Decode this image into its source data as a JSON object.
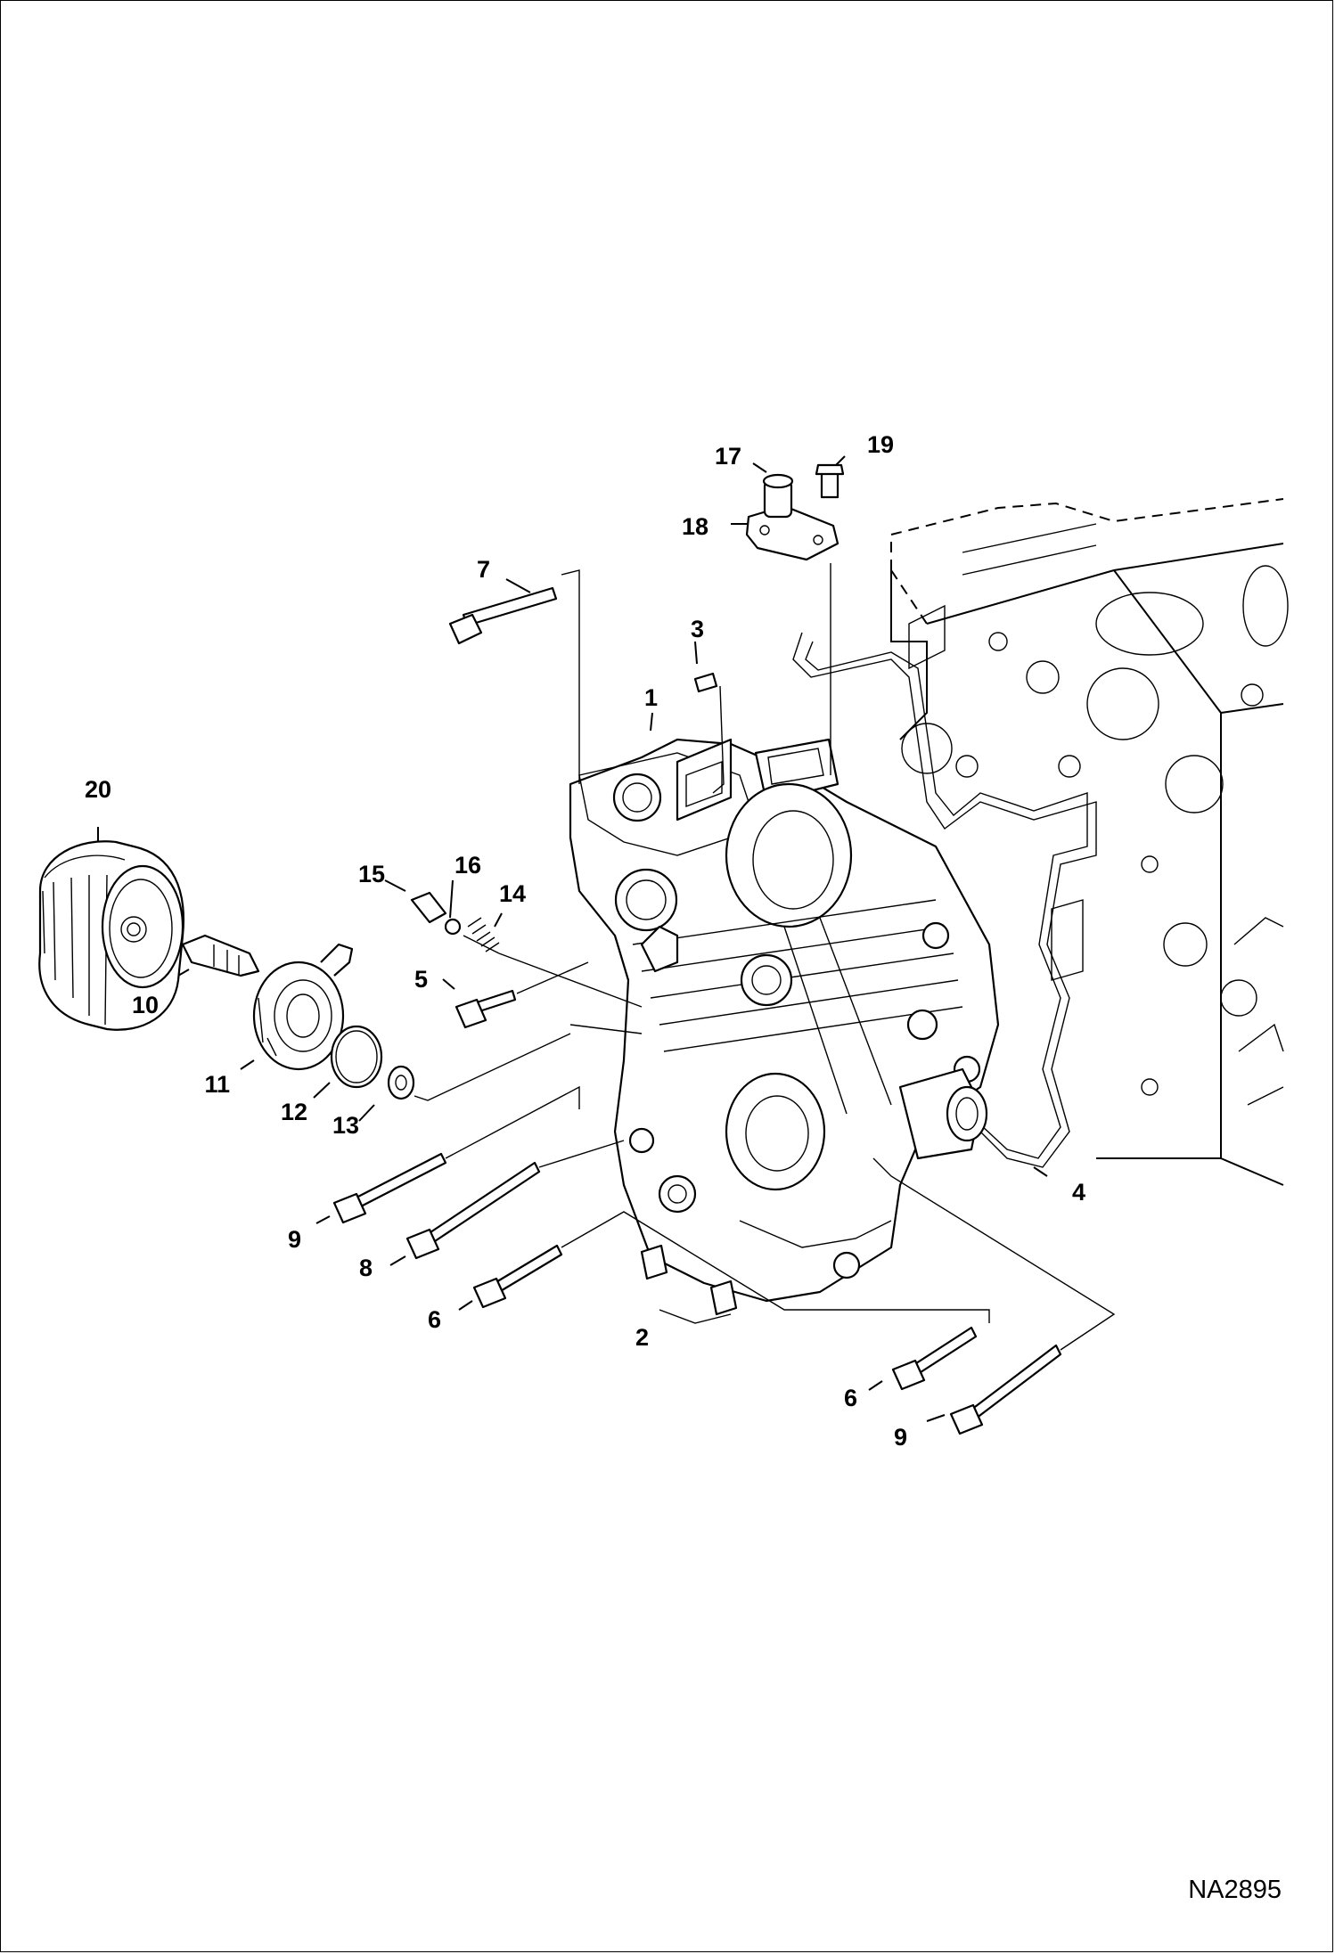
{
  "diagram": {
    "reference_code": "NA2895",
    "callouts": [
      {
        "id": "c1",
        "label": "1"
      },
      {
        "id": "c2",
        "label": "2"
      },
      {
        "id": "c3",
        "label": "3"
      },
      {
        "id": "c4",
        "label": "4"
      },
      {
        "id": "c5",
        "label": "5"
      },
      {
        "id": "c6a",
        "label": "6"
      },
      {
        "id": "c6b",
        "label": "6"
      },
      {
        "id": "c7",
        "label": "7"
      },
      {
        "id": "c8",
        "label": "8"
      },
      {
        "id": "c9a",
        "label": "9"
      },
      {
        "id": "c9b",
        "label": "9"
      },
      {
        "id": "c10",
        "label": "10"
      },
      {
        "id": "c11",
        "label": "11"
      },
      {
        "id": "c12",
        "label": "12"
      },
      {
        "id": "c13",
        "label": "13"
      },
      {
        "id": "c14",
        "label": "14"
      },
      {
        "id": "c15",
        "label": "15"
      },
      {
        "id": "c16",
        "label": "16"
      },
      {
        "id": "c17",
        "label": "17"
      },
      {
        "id": "c18",
        "label": "18"
      },
      {
        "id": "c19",
        "label": "19"
      },
      {
        "id": "c20",
        "label": "20"
      }
    ]
  }
}
